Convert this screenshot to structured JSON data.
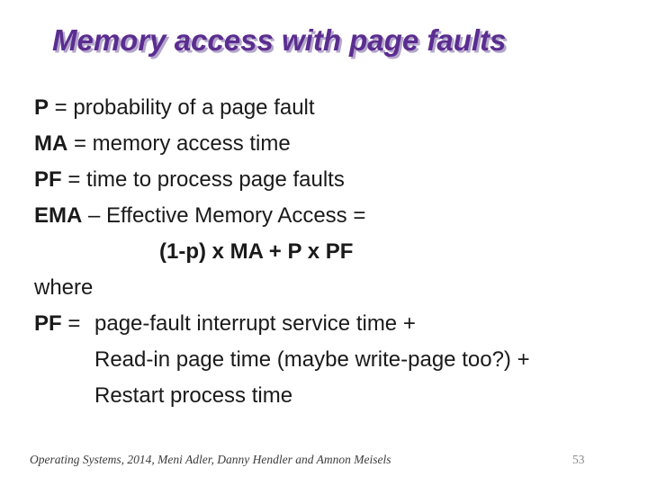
{
  "title": {
    "text": "Memory access with page faults"
  },
  "definitions": {
    "p": {
      "term": "P",
      "rest": " = probability of a page fault"
    },
    "ma": {
      "term": "MA",
      "rest": " = memory access time"
    },
    "pf": {
      "term": "PF",
      "rest": " = time to process page faults"
    },
    "ema": {
      "term": "EMA",
      "rest": " – Effective Memory Access ="
    }
  },
  "formula": "(1-p) x MA + P x PF",
  "where_label": "where",
  "pf_expansion": {
    "term": "PF",
    "equals": " = ",
    "lines": [
      "page-fault interrupt service time +",
      "Read-in page time (maybe write-page too?) +",
      "Restart process time"
    ]
  },
  "footer": {
    "credits": "Operating Systems, 2014, Meni Adler, Danny Hendler and Amnon Meisels",
    "page_number": "53"
  },
  "colors": {
    "title_text": "#5b2d90",
    "title_shadow": "#b4a7cb",
    "body_text": "#1a1a1a",
    "page_number": "#8a8a8a"
  }
}
